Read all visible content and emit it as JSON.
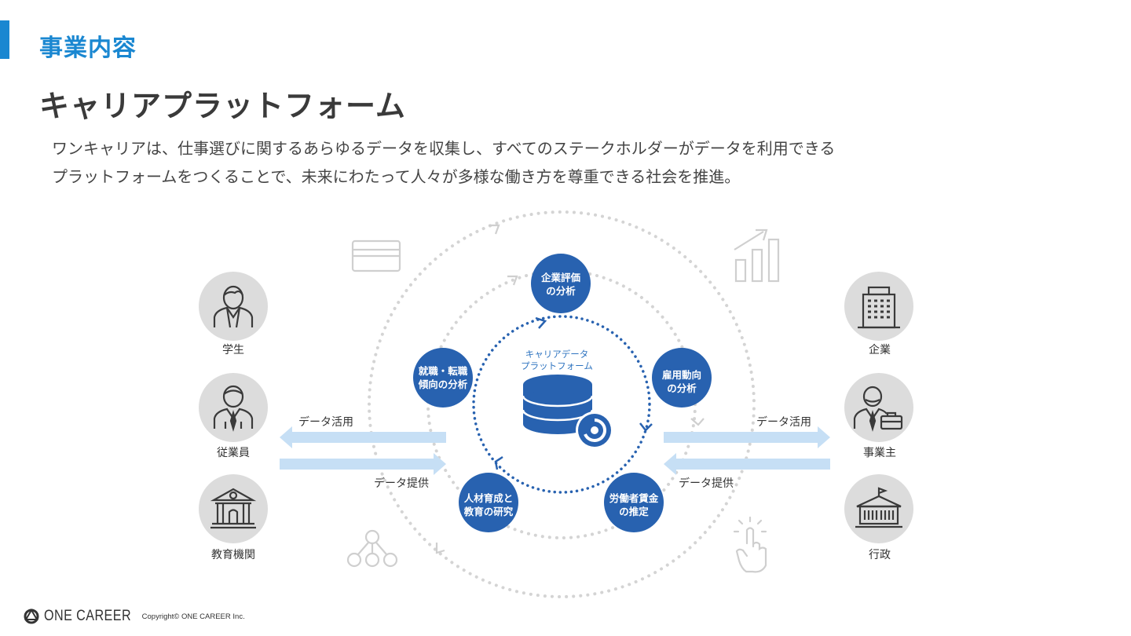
{
  "section": {
    "title": "事業内容"
  },
  "page": {
    "title": "キャリアプラットフォーム"
  },
  "description": {
    "line1": "ワンキャリアは、仕事選びに関するあらゆるデータを収集し、すべてのステークホルダーがデータを利用できる",
    "line2": "プラットフォームをつくることで、未来にわたって人々が多様な働き方を尊重できる社会を推進。"
  },
  "center": {
    "line1": "キャリアデータ",
    "line2": "プラットフォーム"
  },
  "nodes": {
    "company_eval": [
      "企業評価",
      "の分析"
    ],
    "job_trend": [
      "就職・転職",
      "傾向の分析"
    ],
    "employment": [
      "雇用動向",
      "の分析"
    ],
    "talent": [
      "人材育成と",
      "教育の研究"
    ],
    "wage": [
      "労働者賃金",
      "の推定"
    ]
  },
  "left_stakeholders": [
    "学生",
    "従業員",
    "教育機関"
  ],
  "right_stakeholders": [
    "企業",
    "事業主",
    "行政"
  ],
  "arrows": {
    "left_use": "データ活用",
    "left_provide": "データ提供",
    "right_use": "データ活用",
    "right_provide": "データ提供"
  },
  "colors": {
    "accent": "#1a87d1",
    "node": "#2862b0",
    "arrow": "#c6dff5",
    "avatar_bg": "#dcdcdc"
  },
  "footer": {
    "logo": "ONE CAREER",
    "copyright": "Copyright© ONE CAREER Inc."
  }
}
